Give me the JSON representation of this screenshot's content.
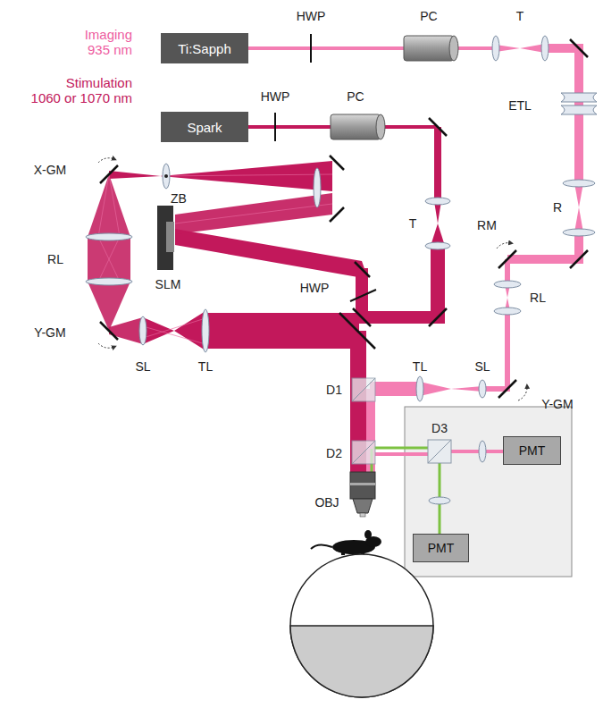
{
  "diagram": {
    "nodes": [
      {
        "text": [
          "Ti:Sapph"
        ]
      },
      {
        "text": [
          "Spark"
        ]
      },
      {
        "text": [
          "PMT"
        ]
      },
      {
        "text": [
          "PMT"
        ]
      }
    ],
    "labels": [
      "Imaging 935 nm",
      "HWP",
      "PC",
      "T",
      "Stimulation 1060 or 1070 nm",
      "HWP",
      "PC",
      "X-GM",
      "ZB",
      "ETL",
      "R",
      "T",
      "RM",
      "RL",
      "SLM",
      "RL",
      "HWP",
      "Y-GM",
      "SL",
      "TL",
      "TL",
      "SL",
      "Y-GM",
      "D1",
      "D2",
      "D3",
      "OBJ"
    ]
  }
}
